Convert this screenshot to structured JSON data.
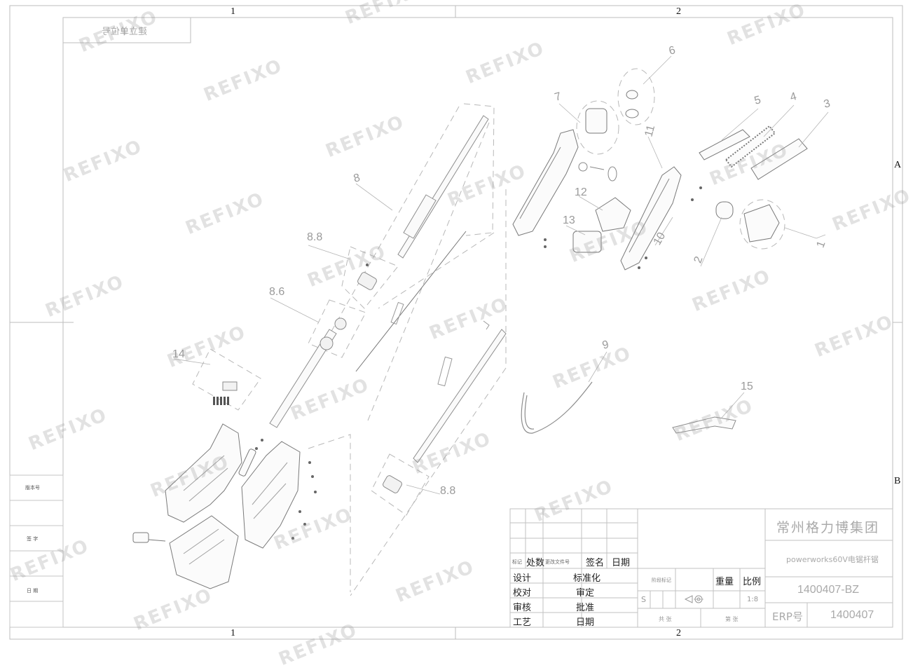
{
  "drawing": {
    "top_stamp": "建立单位号",
    "zones_top": [
      "1",
      "2"
    ],
    "zones_bottom": [
      "1",
      "2"
    ],
    "zones_side": [
      "A",
      "B"
    ],
    "watermark": "REFIXO",
    "callouts": {
      "c1": "1",
      "c2": "2",
      "c3": "3",
      "c4": "4",
      "c5": "5",
      "c6": "6",
      "c7": "7",
      "c8": "8",
      "c86": "8.6",
      "c88a": "8.8",
      "c88b": "8.8",
      "c9": "9",
      "c10": "10",
      "c11": "11",
      "c12": "12",
      "c13": "13",
      "c14": "14",
      "c15": "15"
    }
  },
  "left_panel": {
    "version_label": "版本号",
    "sign_label": "签 字",
    "date_label": "日 期"
  },
  "title_block": {
    "company": "常州格力博集团",
    "product": "powerworks60V电锯杆锯",
    "drawing_no": "1400407-BZ",
    "erp_label": "ERP号",
    "erp_value": "1400407",
    "header_mark": "标记",
    "header_count": "处数",
    "header_doc": "更改文件号",
    "header_sign": "签名",
    "header_date": "日期",
    "row_design": "设计",
    "row_check": "校对",
    "row_review": "审核",
    "row_process": "工艺",
    "standardize": "标准化",
    "approve_check": "审定",
    "approve": "批准",
    "date2": "日期",
    "stage_label": "阶段标记",
    "stage_s": "S",
    "weight": "重量",
    "scale": "比例",
    "scale_value": "1:8",
    "sheet_total": "共 张",
    "sheet_no": "第 张"
  }
}
